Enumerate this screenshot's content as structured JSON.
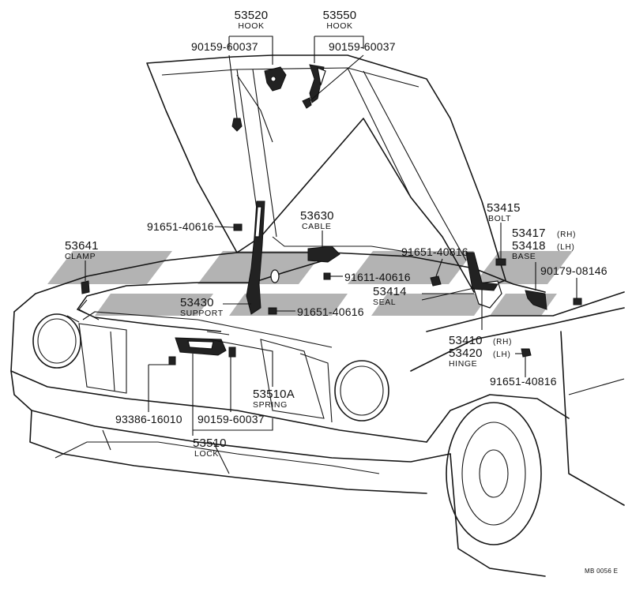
{
  "labels": {
    "hook_left": {
      "number": "53520",
      "name": "HOOK"
    },
    "hook_right": {
      "number": "53550",
      "name": "HOOK"
    },
    "screw_hook_left": "90159-60037",
    "screw_hook_right": "90159-60037",
    "bolt_support_upper": "91651-40616",
    "cable": {
      "number": "53630",
      "name": "CABLE"
    },
    "bolt_cable": "91611-40616",
    "support": {
      "number": "53430",
      "name": "SUPPORT"
    },
    "bolt_support_lower": "91651-40616",
    "clamp": {
      "number": "53641",
      "name": "CLAMP"
    },
    "bolt_seal": "91651-40816",
    "seal": {
      "number": "53414",
      "name": "SEAL"
    },
    "bolt": {
      "number": "53415",
      "name": "BOLT"
    },
    "base_rh": {
      "number": "53417",
      "side": "(RH)"
    },
    "base_lh": {
      "number": "53418",
      "side": "(LH)",
      "name": "BASE"
    },
    "nut_base": "90179-08146",
    "hinge_rh": {
      "number": "53410",
      "side": "(RH)"
    },
    "hinge_lh": {
      "number": "53420",
      "side": "(LH)",
      "name": "HINGE"
    },
    "bolt_hinge": "91651-40816",
    "spring": {
      "number": "53510A",
      "name": "SPRING"
    },
    "bolt_lock": "93386-16010",
    "screw_lock": "90159-60037",
    "lock": {
      "number": "53510",
      "name": "LOCK"
    }
  },
  "figure_code": "MB 0056 E",
  "icons": [
    "bolt-icon",
    "hook-icon",
    "hinge-icon",
    "lock-icon"
  ]
}
